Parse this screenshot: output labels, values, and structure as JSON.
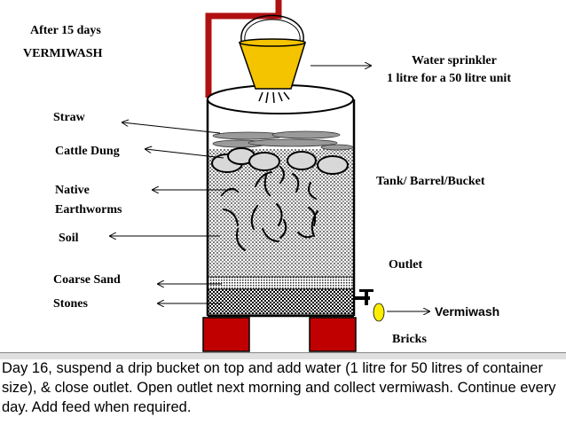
{
  "header": {
    "days": "After 15 days",
    "title": "VERMIWASH"
  },
  "labels": {
    "sprinkler_line1": "Water sprinkler",
    "sprinkler_line2": "1 litre for a 50 litre unit",
    "tank": "Tank/ Barrel/Bucket",
    "outlet": "Outlet",
    "vermiwash": "Vermiwash",
    "bricks": "Bricks"
  },
  "layers": {
    "straw": "Straw",
    "cattle_dung": "Cattle Dung",
    "worms_line1": "Native",
    "worms_line2": "Earthworms",
    "soil": "Soil",
    "coarse_sand": "Coarse Sand",
    "stones": "Stones"
  },
  "caption": "Day 16, suspend a drip bucket on top and add water (1 litre for 50 litres of container size), & close outlet. Open outlet next morning and collect vermiwash. Continue every day. Add feed when required.",
  "colors": {
    "bucket": "#f5c400",
    "pipe": "#b01010",
    "brick": "#c00000",
    "outlet_drop": "#ffee00"
  }
}
